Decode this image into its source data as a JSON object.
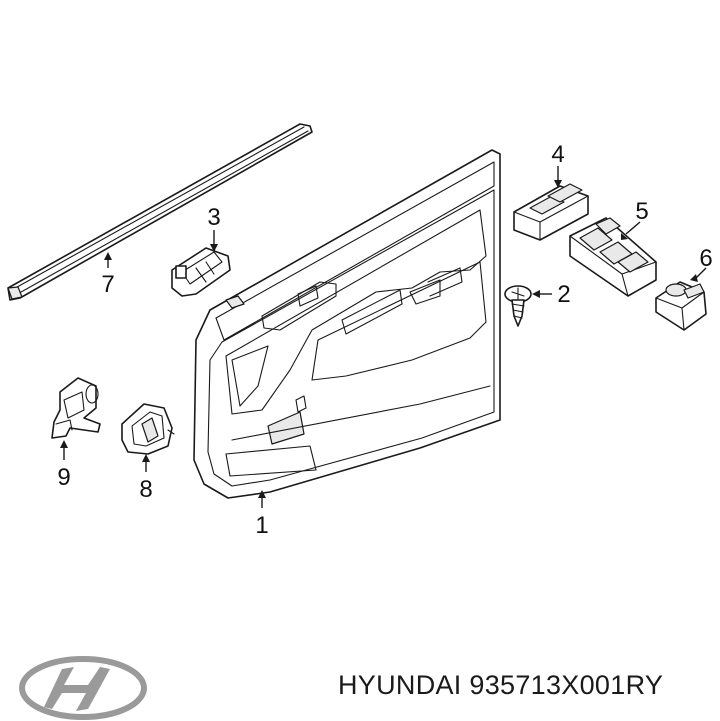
{
  "callouts": {
    "c1": "1",
    "c2": "2",
    "c3": "3",
    "c4": "4",
    "c5": "5",
    "c6": "6",
    "c7": "7",
    "c8": "8",
    "c9": "9"
  },
  "caption": {
    "text": "HYUNDAI 935713X001RY"
  },
  "logo": {
    "icon": "hyundai-logo-icon",
    "color": "#9a9a9a"
  }
}
